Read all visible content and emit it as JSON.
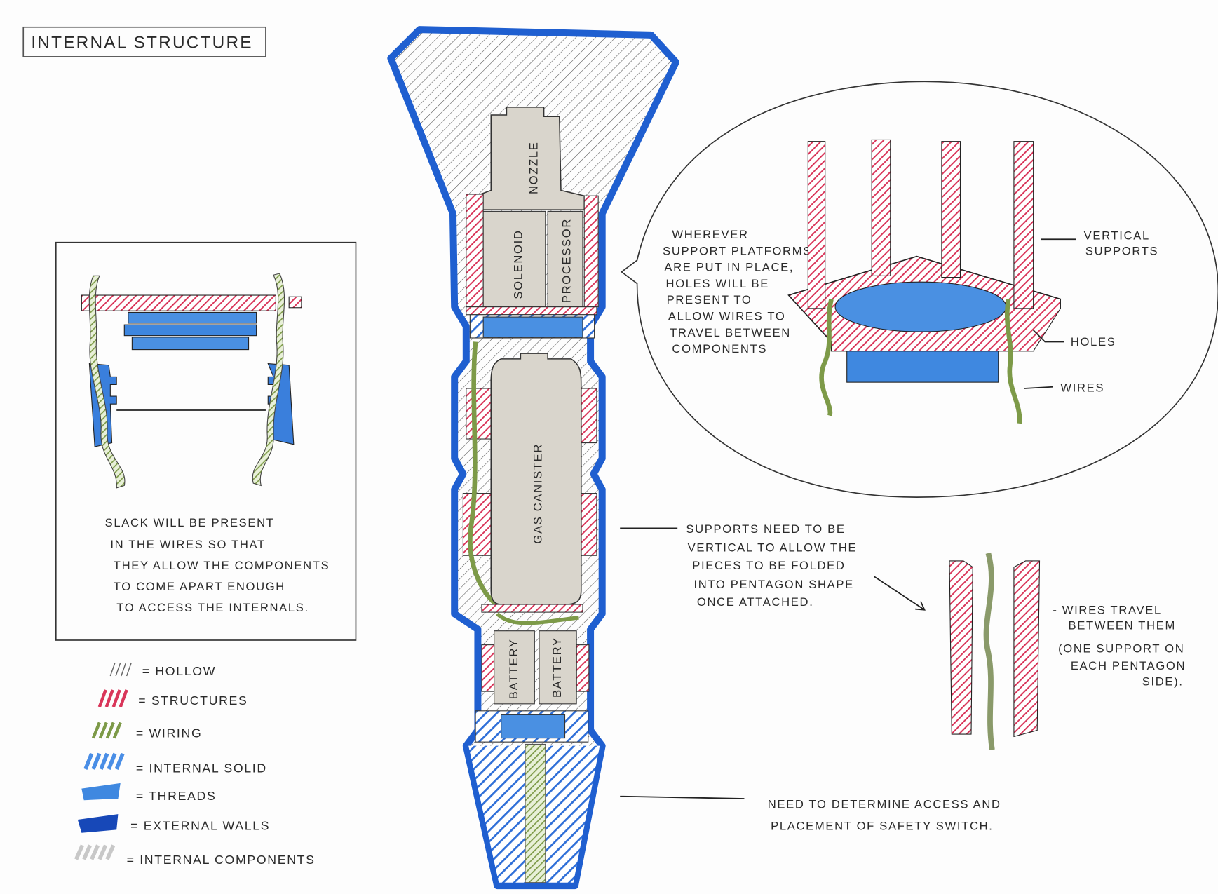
{
  "title": "INTERNAL STRUCTURE",
  "colors": {
    "structure": "#d9365a",
    "wiring": "#8fae5a",
    "internal_solid": "#3a7fdc",
    "threads": "#4a90e2",
    "external_walls": "#1f5fd0",
    "internal_components": "#d9d5cc"
  },
  "components": {
    "nozzle": "NOZZLE",
    "solenoid": "SOLENOID",
    "processor": "PROCESSOR",
    "gas_canister": "GAS CANISTER",
    "battery_1": "BATTERY",
    "battery_2": "BATTERY"
  },
  "slack_note": [
    "SLACK WILL BE PRESENT",
    "IN THE WIRES SO THAT",
    "THEY ALLOW THE COMPONENTS",
    "TO COME APART ENOUGH",
    "TO ACCESS THE INTERNALS."
  ],
  "legend": [
    {
      "label": "= HOLLOW"
    },
    {
      "label": "= STRUCTURES"
    },
    {
      "label": "= WIRING"
    },
    {
      "label": "= INTERNAL SOLID"
    },
    {
      "label": "= THREADS"
    },
    {
      "label": "= EXTERNAL WALLS"
    },
    {
      "label": "= INTERNAL COMPONENTS"
    }
  ],
  "bubble_note": [
    "WHEREVER",
    "SUPPORT PLATFORMS",
    "ARE PUT IN PLACE,",
    "HOLES WILL BE",
    "PRESENT TO",
    "ALLOW WIRES TO",
    "TRAVEL BETWEEN",
    "COMPONENTS"
  ],
  "bubble_labels": {
    "vertical_supports": [
      "VERTICAL",
      "SUPPORTS"
    ],
    "holes": "HOLES",
    "wires": "WIRES"
  },
  "supports_note": [
    "SUPPORTS NEED TO BE",
    "VERTICAL TO ALLOW THE",
    "PIECES TO BE FOLDED",
    "INTO PENTAGON SHAPE",
    "ONCE ATTACHED."
  ],
  "wires_note": [
    "- WIRES TRAVEL",
    "BETWEEN THEM",
    "(ONE SUPPORT ON",
    "EACH PENTAGON",
    "SIDE)."
  ],
  "safety_note": [
    "NEED TO DETERMINE ACCESS AND",
    "PLACEMENT OF SAFETY SWITCH."
  ]
}
